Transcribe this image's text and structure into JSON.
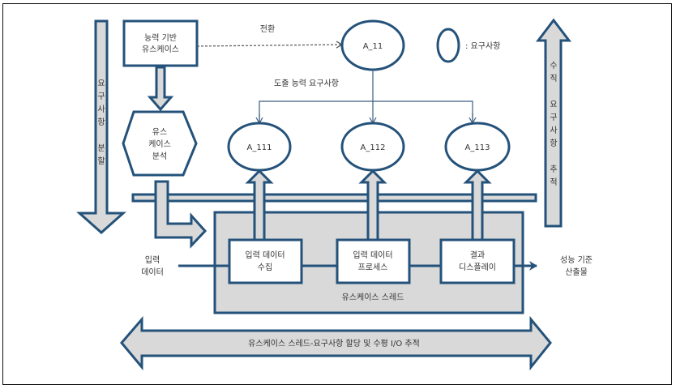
{
  "colors": {
    "stroke": "#24527a",
    "fill": "#d9d9d9",
    "text": "#333333"
  },
  "legend": {
    "label": ": 요구사항"
  },
  "left_arrow": {
    "chars": [
      "요",
      "구",
      "사",
      "항",
      "",
      "분",
      "할"
    ]
  },
  "right_arrow": {
    "chars": [
      "수",
      "직",
      "",
      "요",
      "구",
      "사",
      "항",
      "",
      "추",
      "적"
    ]
  },
  "capability_usecase": {
    "lines": [
      "능력 기반",
      "유스케이스"
    ]
  },
  "transition_label": "전환",
  "derived_label": "도출 능력 요구사항",
  "usecase_analysis": {
    "lines": [
      "유스",
      "케이스",
      "분석"
    ]
  },
  "requirements": {
    "top": "A_11",
    "children": [
      "A_111",
      "A_112",
      "A_113"
    ]
  },
  "input_label": {
    "lines": [
      "입력",
      "데이터"
    ]
  },
  "output_label": {
    "lines": [
      "성능 기준",
      "산출물"
    ]
  },
  "thread": {
    "label": "유스케이스 스레드",
    "steps": [
      {
        "lines": [
          "입력 데이터",
          "수집"
        ]
      },
      {
        "lines": [
          "입력 데이터",
          "프로세스"
        ]
      },
      {
        "lines": [
          "결과",
          "디스플레이"
        ]
      }
    ]
  },
  "bottom_arrow": {
    "label": "유스케이스 스레드-요구사항 할당 및 수평 I/O 추적"
  }
}
